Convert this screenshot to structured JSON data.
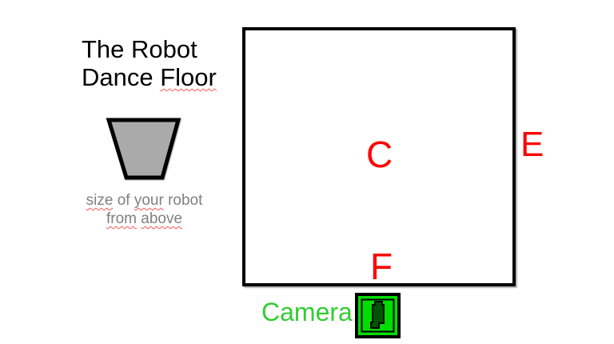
{
  "title": {
    "line1": "The Robot",
    "line2_word1": "Dance",
    "line2_word2": "Floor"
  },
  "robot_legend": {
    "line1_word1": "size",
    "line1_word2": "of",
    "line1_word3": "your",
    "line1_word4": "robot",
    "line2_word1": "from",
    "line2_word2": "above"
  },
  "floor": {
    "center_label": "C",
    "right_edge_label": "E",
    "front_edge_label": "F"
  },
  "camera": {
    "label": "Camera",
    "icon": "camera-icon"
  },
  "colors": {
    "zone_label_red": "#ff0000",
    "camera_label_green": "#33cc33",
    "camera_box_green": "#00dd00",
    "camera_silhouette_green": "#005500",
    "robot_fill_gray": "#aaaaaa",
    "caption_gray": "#808080",
    "outline_black": "#000000",
    "misspelling_underline_red": "#ff5555"
  }
}
